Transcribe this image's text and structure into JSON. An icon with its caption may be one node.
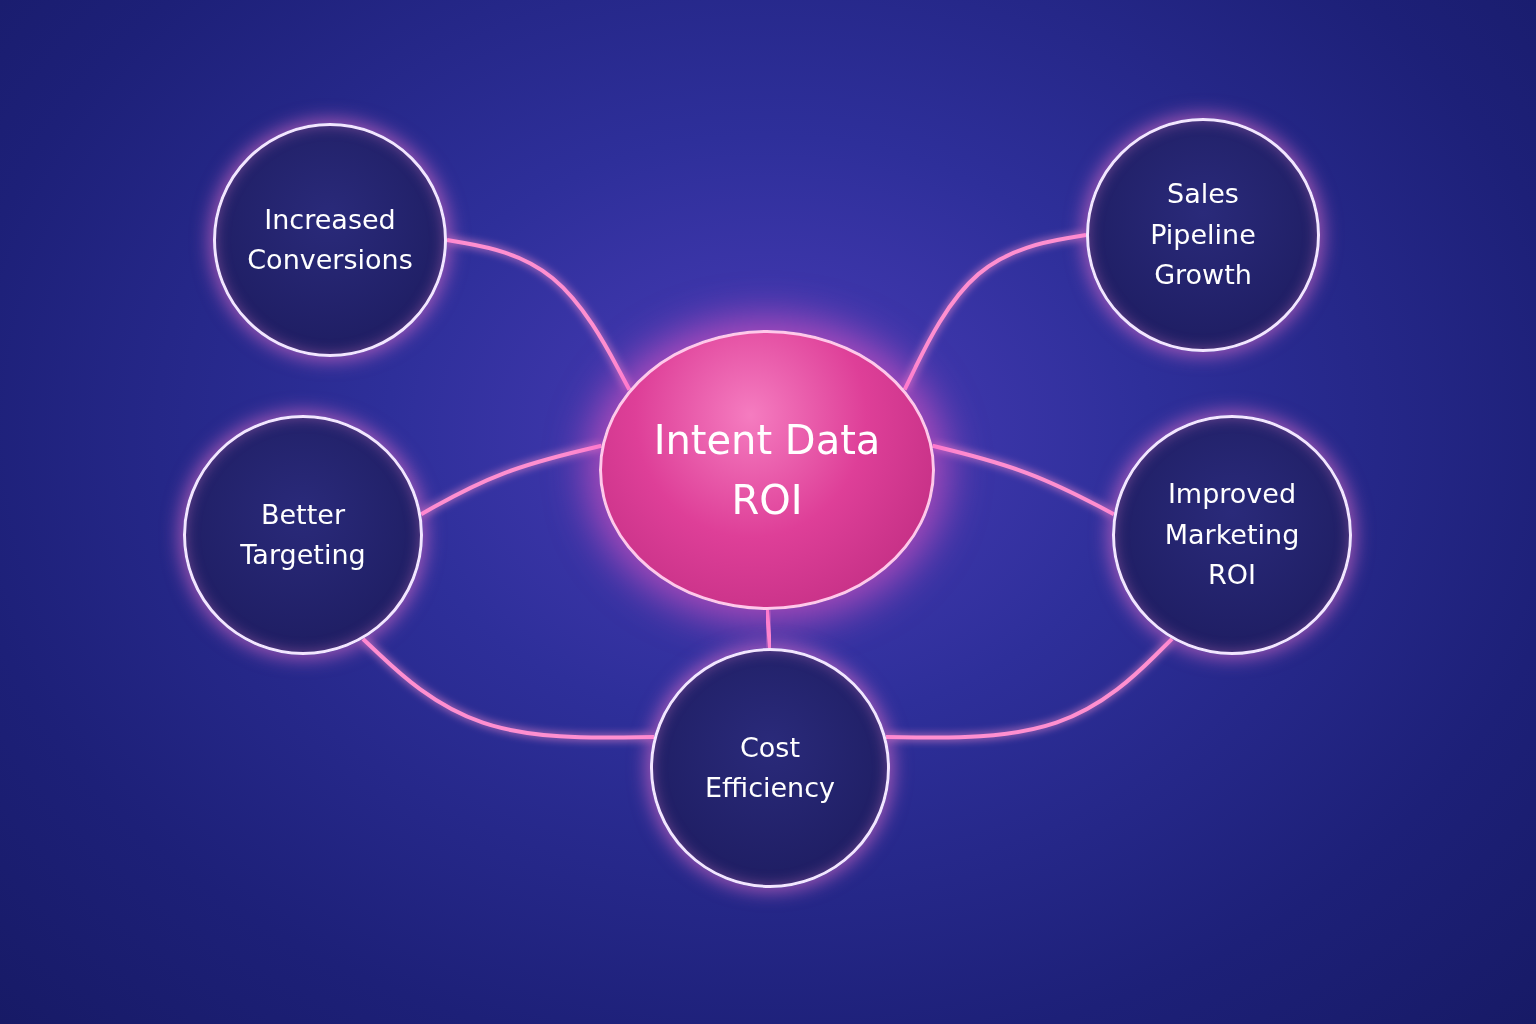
{
  "diagram": {
    "nodes": [
      {
        "text": [
          "Intent Data ROI"
        ]
      },
      {
        "text": [
          "Increased Conversions"
        ]
      },
      {
        "text": [
          "Sales Pipeline Growth"
        ]
      },
      {
        "text": [
          "Better Targeting"
        ]
      },
      {
        "text": [
          "Improved Marketing ROI"
        ]
      },
      {
        "text": [
          "Cost Efficiency"
        ]
      }
    ],
    "edges": [
      {
        "from": 0,
        "to": 1,
        "arrow": "none"
      },
      {
        "from": 0,
        "to": 2,
        "arrow": "none"
      },
      {
        "from": 0,
        "to": 3,
        "arrow": "none"
      },
      {
        "from": 0,
        "to": 4,
        "arrow": "none"
      },
      {
        "from": 0,
        "to": 5,
        "arrow": "none"
      },
      {
        "from": 3,
        "to": 5,
        "arrow": "none"
      },
      {
        "from": 4,
        "to": 5,
        "arrow": "none"
      }
    ]
  }
}
